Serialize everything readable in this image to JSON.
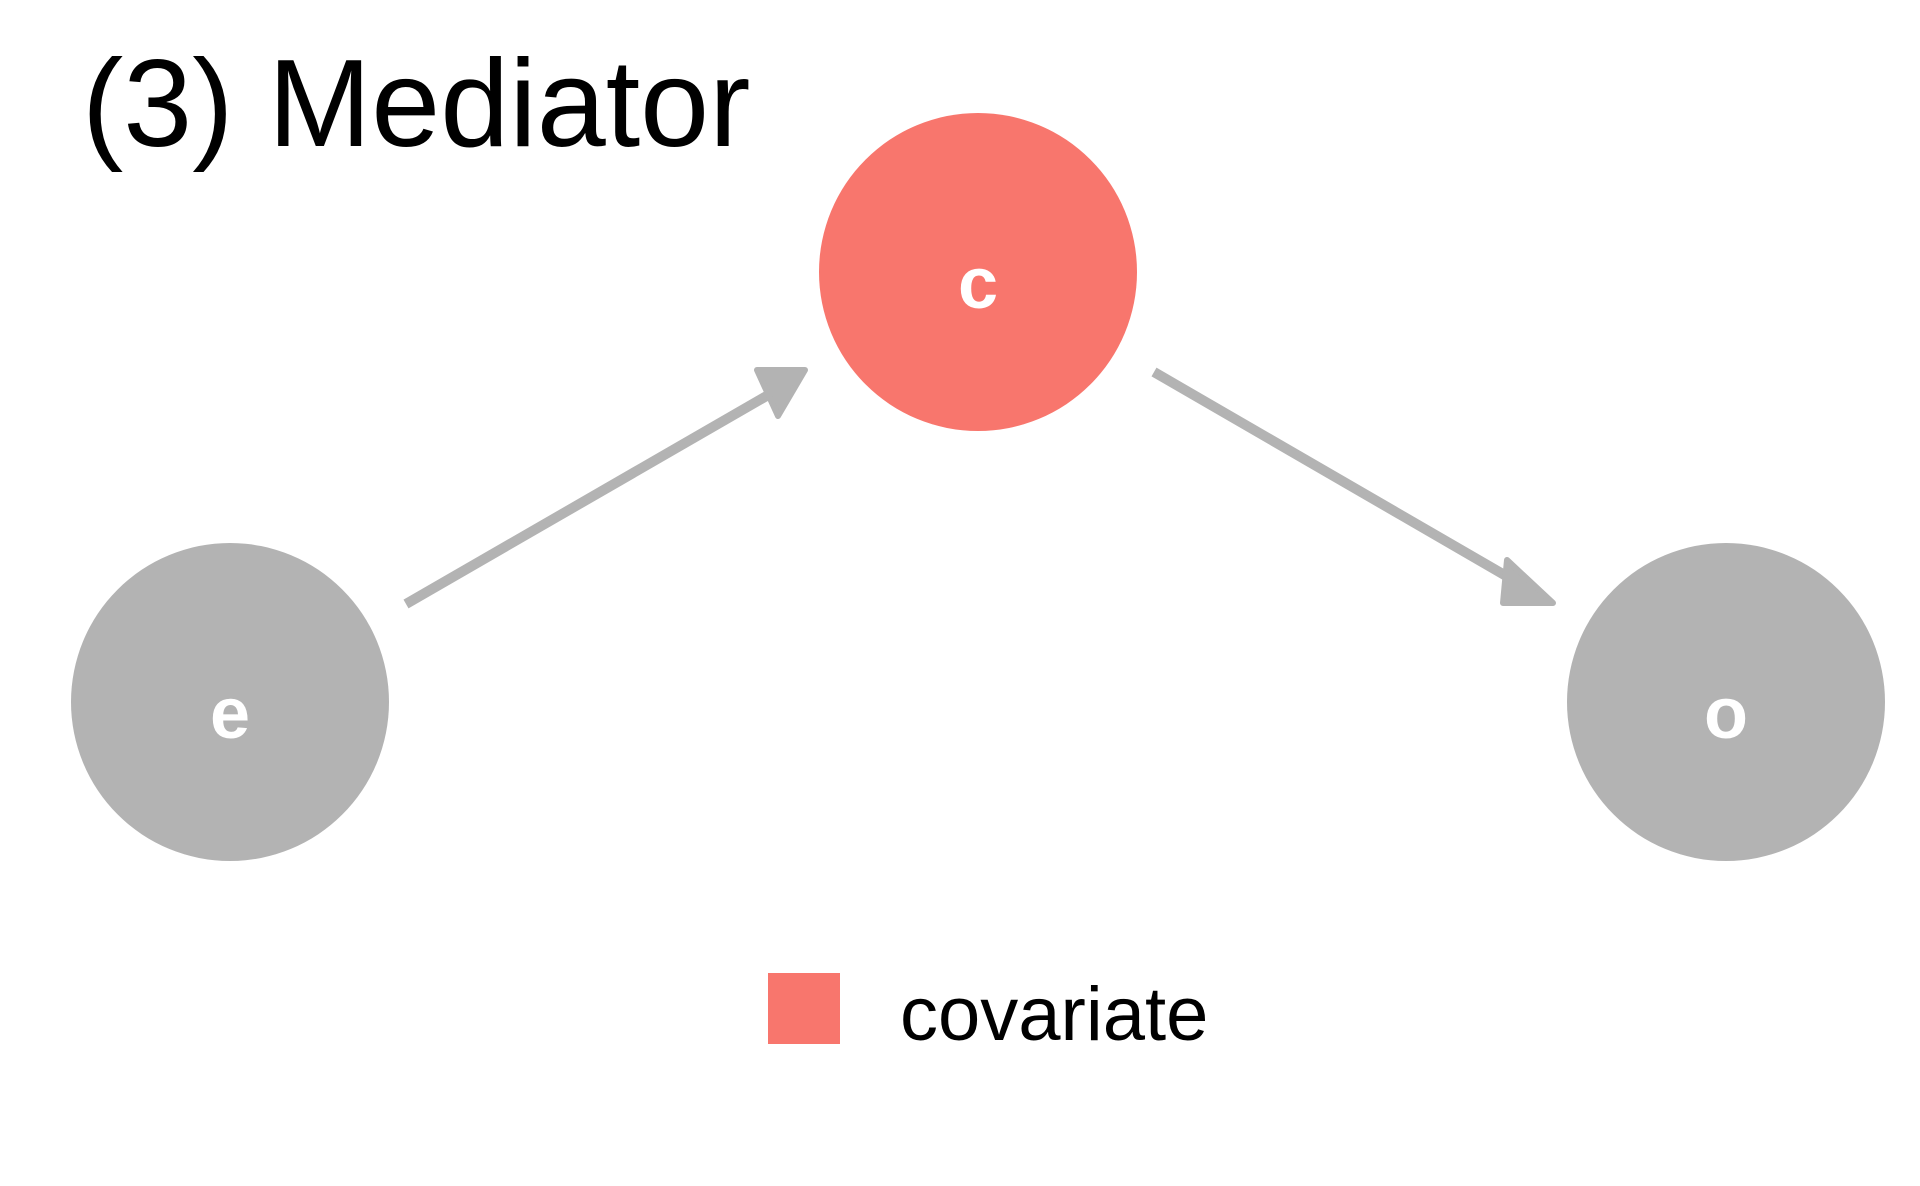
{
  "title": "(3) Mediator",
  "nodes": {
    "e": {
      "label": "e",
      "color": "#b3b3b3"
    },
    "c": {
      "label": "c",
      "color": "#f8766d"
    },
    "o": {
      "label": "o",
      "color": "#b3b3b3"
    }
  },
  "edges": [
    {
      "from": "e",
      "to": "c"
    },
    {
      "from": "c",
      "to": "o"
    }
  ],
  "legend": {
    "items": [
      {
        "label": "covariate",
        "color": "#f8766d"
      }
    ]
  },
  "colors": {
    "edge": "#b3b3b3",
    "node_label": "#ffffff",
    "background": "#ffffff"
  }
}
